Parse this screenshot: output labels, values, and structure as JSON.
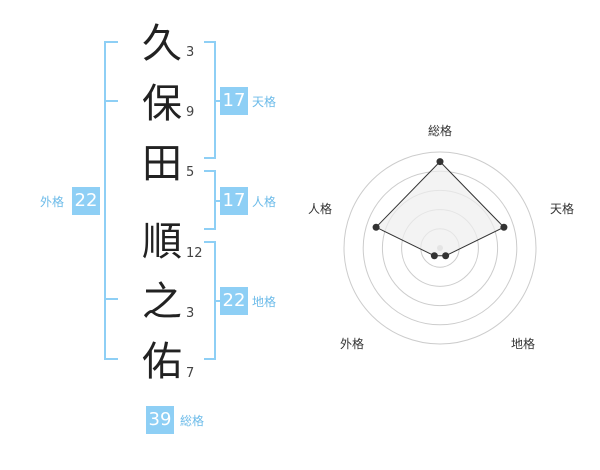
{
  "name_chars": [
    {
      "char": "久",
      "strokes": "3"
    },
    {
      "char": "保",
      "strokes": "9"
    },
    {
      "char": "田",
      "strokes": "5"
    },
    {
      "char": "順",
      "strokes": "12"
    },
    {
      "char": "之",
      "strokes": "3"
    },
    {
      "char": "佑",
      "strokes": "7"
    }
  ],
  "kaku": {
    "tenkaku": {
      "label": "天格",
      "value": "17"
    },
    "jinkaku": {
      "label": "人格",
      "value": "17"
    },
    "chikaku": {
      "label": "地格",
      "value": "22"
    },
    "gaikaku": {
      "label": "外格",
      "value": "22"
    },
    "soukaku": {
      "label": "総格",
      "value": "39"
    }
  },
  "radar": {
    "axes": [
      "総格",
      "天格",
      "地格",
      "外格",
      "人格"
    ],
    "values": [
      5,
      4,
      1,
      1,
      4
    ],
    "max": 5,
    "colors": {
      "fill": "#eeeeee",
      "stroke": "#333333",
      "grid": "#cccccc"
    }
  },
  "colors": {
    "accent": "#8ecff5",
    "accent_text": "#6cbbe9"
  }
}
